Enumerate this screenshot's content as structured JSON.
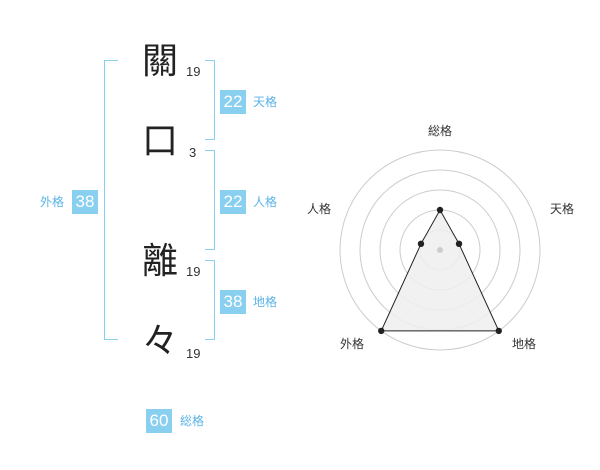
{
  "name": {
    "chars": [
      {
        "char": "關",
        "strokes": "19"
      },
      {
        "char": "口",
        "strokes": "3"
      },
      {
        "char": "離",
        "strokes": "19"
      },
      {
        "char": "々",
        "strokes": "19"
      }
    ]
  },
  "fortunes": {
    "tenkaku": {
      "value": "22",
      "label": "天格"
    },
    "jinkaku": {
      "value": "22",
      "label": "人格"
    },
    "chikaku": {
      "value": "38",
      "label": "地格"
    },
    "gaikaku": {
      "value": "38",
      "label": "外格"
    },
    "soukaku": {
      "value": "60",
      "label": "総格"
    }
  },
  "radar": {
    "axes": [
      "総格",
      "天格",
      "地格",
      "外格",
      "人格"
    ],
    "levels": 5,
    "values": [
      2,
      1,
      5,
      5,
      1
    ],
    "colors": {
      "ring": "#cccccc",
      "fill": "#eeeeee",
      "line": "#222222",
      "center": "#cccccc"
    }
  },
  "colors": {
    "accent": "#89cff0",
    "accent_text": "#5ab4e6"
  }
}
